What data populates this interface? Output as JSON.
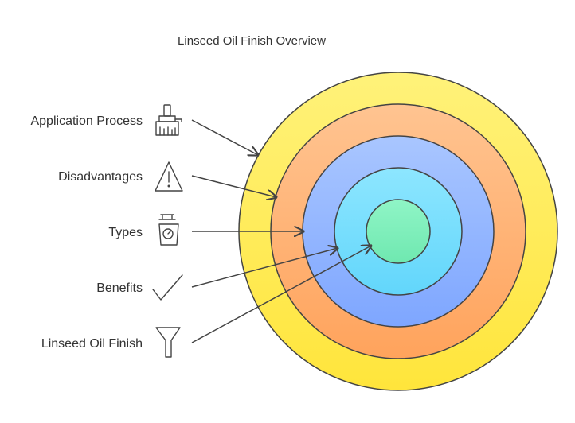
{
  "title": "Linseed Oil Finish Overview",
  "layers": [
    {
      "name": "Application Process",
      "icon": "paint-brush-icon",
      "colors": [
        "#fff27a",
        "#ffe53b"
      ]
    },
    {
      "name": "Disadvantages",
      "icon": "warning-triangle-icon",
      "colors": [
        "#ffc491",
        "#ffa35c"
      ]
    },
    {
      "name": "Types",
      "icon": "scale-icon",
      "colors": [
        "#a9c6ff",
        "#7ea6ff"
      ]
    },
    {
      "name": "Benefits",
      "icon": "checkmark-icon",
      "colors": [
        "#8de6ff",
        "#62d6fb"
      ]
    },
    {
      "name": "Linseed Oil Finish",
      "icon": "funnel-icon",
      "colors": [
        "#8ff5c6",
        "#6fe8b0"
      ]
    }
  ],
  "stroke_color": "#444444"
}
